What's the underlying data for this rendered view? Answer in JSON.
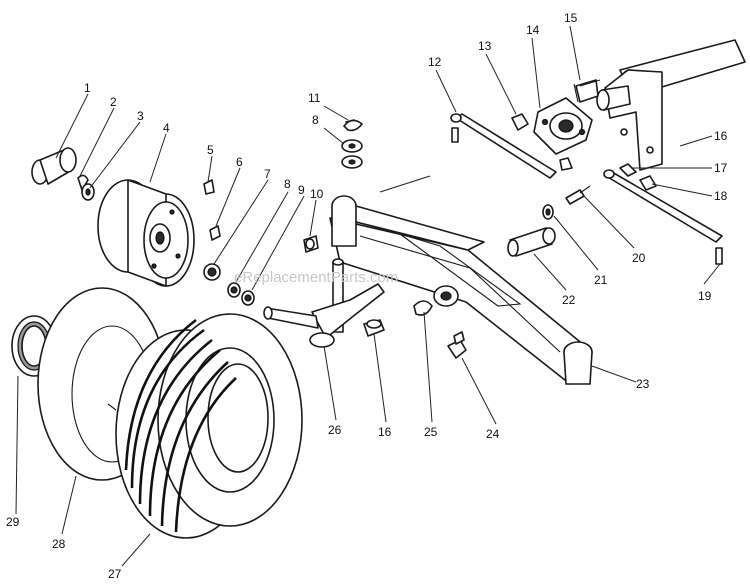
{
  "diagram": {
    "watermark": "eReplacementParts.com",
    "callouts": [
      "1",
      "2",
      "3",
      "4",
      "5",
      "6",
      "7",
      "8",
      "9",
      "10",
      "11",
      "8",
      "12",
      "13",
      "14",
      "15",
      "16",
      "17",
      "18",
      "19",
      "20",
      "21",
      "22",
      "23",
      "24",
      "25",
      "16",
      "26",
      "27",
      "28",
      "29"
    ]
  }
}
